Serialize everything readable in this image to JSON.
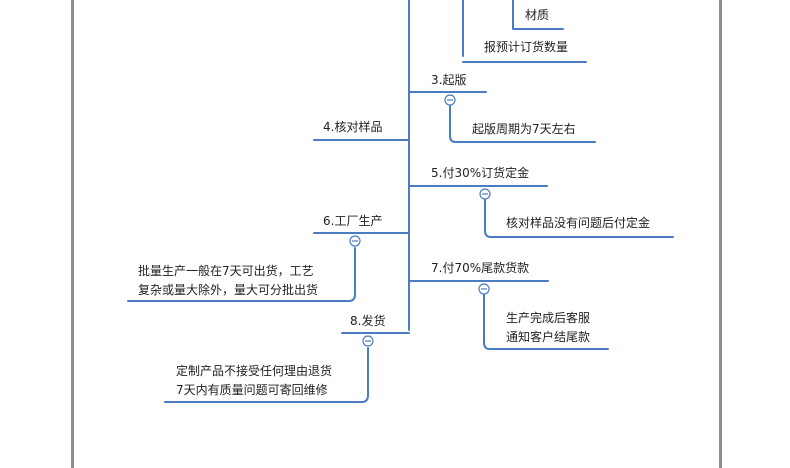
{
  "theme": {
    "line_color": "#4a7cc4",
    "text_color": "#222222",
    "frame_color": "#8f8f8f",
    "background": "#ffffff"
  },
  "mindmap": {
    "nodes": {
      "material": {
        "text": "材质"
      },
      "report_quantity": {
        "text": "报预计订货数量"
      },
      "step3": {
        "text": "3.起版"
      },
      "step3_detail": {
        "text": "起版周期为7天左右"
      },
      "step4": {
        "text": "4.核对样品"
      },
      "step5": {
        "text": "5.付30%订货定金"
      },
      "step5_detail": {
        "text": "核对样品没有问题后付定金"
      },
      "step6": {
        "text": "6.工厂生产"
      },
      "step6_detail": {
        "text": "批量生产一般在7天可出货，工艺\n复杂或量大除外，量大可分批出货"
      },
      "step7": {
        "text": "7.付70%尾款货款"
      },
      "step7_detail": {
        "text": "生产完成后客服\n通知客户结尾款"
      },
      "step8": {
        "text": "8.发货"
      },
      "step8_detail": {
        "text": "定制产品不接受任何理由退货\n7天内有质量问题可寄回维修"
      }
    }
  }
}
